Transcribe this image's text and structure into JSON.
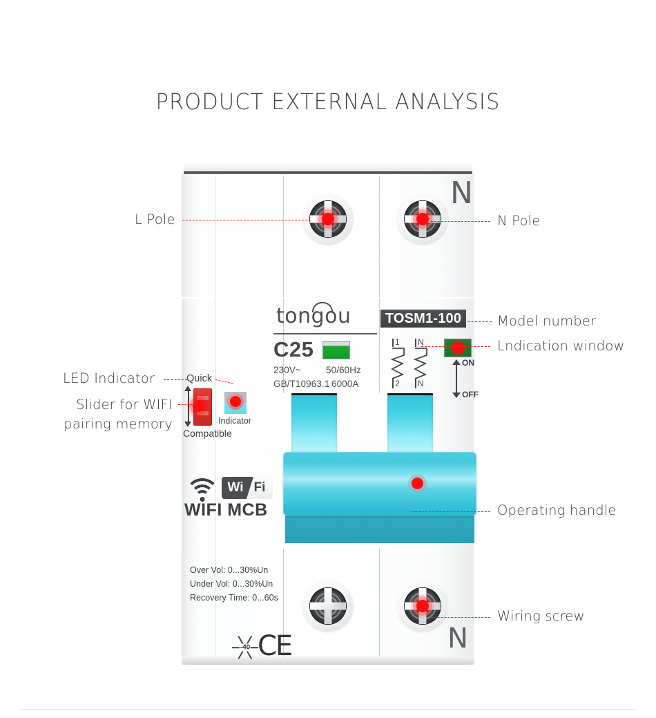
{
  "page": {
    "title": "PRODUCT EXTERNAL ANALYSIS"
  },
  "colors": {
    "accent_cyan": "#45c8dc",
    "handle_cyan": "#4ccde0",
    "leader_red": "#f0241f",
    "marker_red": "#fb0d0d",
    "indicator_green": "#1f7f2e",
    "badge_dark": "#4a4e51",
    "body_white": "#fdfdfd",
    "text_gray": "#3d3d3d"
  },
  "callouts": [
    {
      "id": "l-pole",
      "label": "L Pole"
    },
    {
      "id": "n-pole",
      "label": "N Pole"
    },
    {
      "id": "model-number",
      "label": "Model number"
    },
    {
      "id": "indication-window",
      "label": "Lndication window"
    },
    {
      "id": "led-indicator",
      "label": "LED Indicator"
    },
    {
      "id": "slider-wifi",
      "label_line1": "Slider for WIFI",
      "label_line2": "pairing memory"
    },
    {
      "id": "operating-handle",
      "label": "Operating handle"
    },
    {
      "id": "wiring-screw",
      "label": "Wiring screw"
    }
  ],
  "device": {
    "brand": "tongou",
    "model_badge": "TOSM1-100",
    "rating": "C25",
    "specs": {
      "voltage": "230V~",
      "frequency": "50/60Hz",
      "standard": "GB/T10963.1",
      "breaking_capacity": "6000A"
    },
    "schematic": {
      "top_left": "1",
      "top_right": "N",
      "bottom_left": "2",
      "bottom_right": "N"
    },
    "switch_positions": {
      "on": "ON",
      "off": "OFF"
    },
    "pole_markings": {
      "top_n": "N",
      "bottom_n": "N"
    },
    "left_panel": {
      "quick": "Quick",
      "compatible": "Compatible",
      "indicator": "Indicator",
      "wifi_badge_first": "Wi",
      "wifi_badge_second": "Fi",
      "wifi_mcb": "WIFI MCB"
    },
    "bottom_specs": [
      "Over Vol: 0...30%Un",
      "Under Vol: 0...30%Un",
      "Recovery Time: 0...60s"
    ],
    "certification": {
      "temperature_rating": "-40",
      "mark": "CE"
    }
  }
}
